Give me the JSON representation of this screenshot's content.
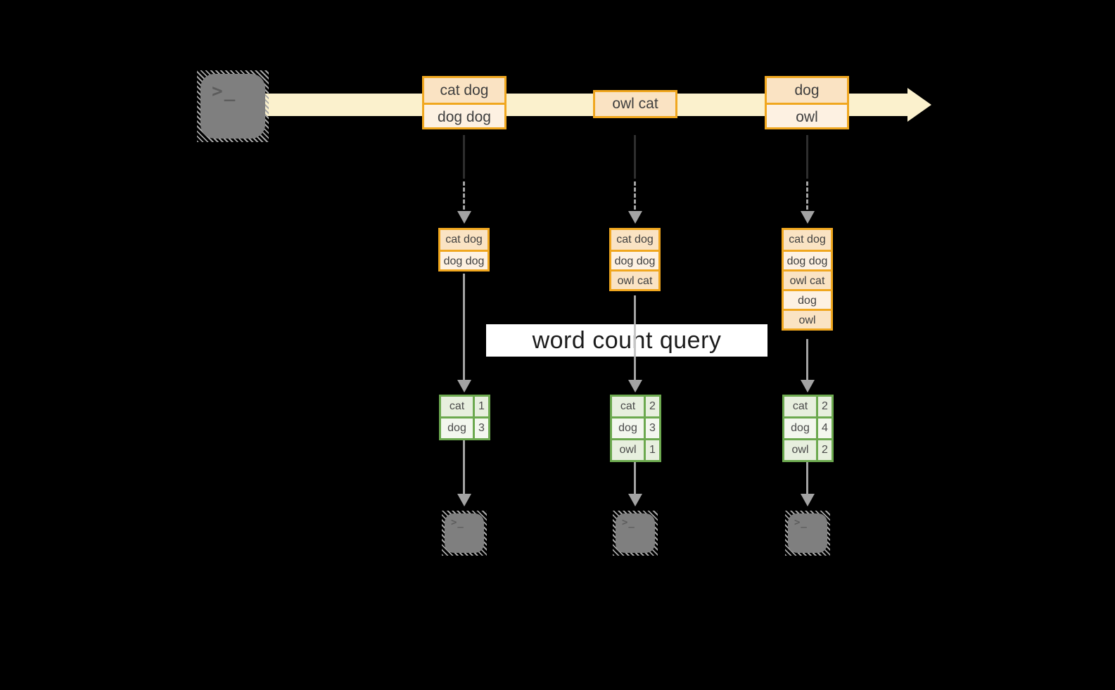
{
  "colors": {
    "background": "#000000",
    "stream_band": "#FBF1CD",
    "box_border_orange": "#F0A71F",
    "row_peach": "#FAE3C3",
    "row_cream": "#FDF1E2",
    "table_border_green": "#6CA94F",
    "table_row_dark": "#E7EFDE",
    "table_row_light": "#F3F7EE",
    "arrow_gray": "#A3A3A3",
    "icon_gray": "#7F7F7F",
    "label_background": "#FFFFFF",
    "text_dark": "#3F3F3F"
  },
  "icons": {
    "prompt_glyph": ">_"
  },
  "stream": {
    "events": [
      {
        "lines": [
          "cat dog",
          "dog dog"
        ]
      },
      {
        "lines": [
          "owl cat"
        ]
      },
      {
        "lines": [
          "dog",
          "owl"
        ]
      }
    ]
  },
  "query": {
    "label": "word count query"
  },
  "states": [
    {
      "lines": [
        "cat dog",
        "dog dog"
      ]
    },
    {
      "lines": [
        "cat dog",
        "dog dog",
        "owl cat"
      ]
    },
    {
      "lines": [
        "cat dog",
        "dog dog",
        "owl cat",
        "dog",
        "owl"
      ]
    }
  ],
  "results": [
    {
      "rows": [
        {
          "word": "cat",
          "count": "1"
        },
        {
          "word": "dog",
          "count": "3"
        }
      ]
    },
    {
      "rows": [
        {
          "word": "cat",
          "count": "2"
        },
        {
          "word": "dog",
          "count": "3"
        },
        {
          "word": "owl",
          "count": "1"
        }
      ]
    },
    {
      "rows": [
        {
          "word": "cat",
          "count": "2"
        },
        {
          "word": "dog",
          "count": "4"
        },
        {
          "word": "owl",
          "count": "2"
        }
      ]
    }
  ]
}
